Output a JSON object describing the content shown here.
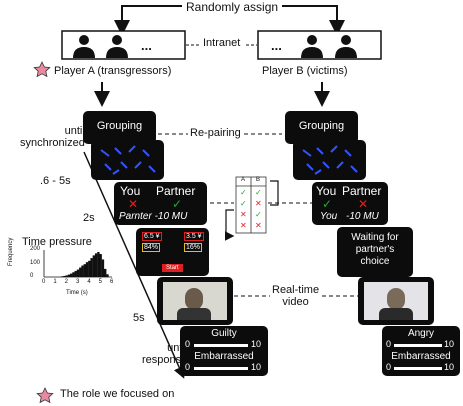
{
  "header": {
    "randomly_assign": "Randomly assign",
    "intranet": "Intranet",
    "dots_a": "...",
    "dots_b": "..."
  },
  "players": {
    "a_label": "Player A (transgressors)",
    "b_label": "Player B (victims)"
  },
  "timeline": {
    "until_synchronized": "until\nsynchronized",
    "t1": ".6 - 5s",
    "t2": "2s",
    "t3": "5s",
    "until_response": "until\nresponse"
  },
  "screens": {
    "grouping": "Grouping",
    "re_pairing": "Re-pairing",
    "you": "You",
    "partner": "Partner",
    "a_you_mark": "✕",
    "a_partner_mark": "✓",
    "a_bottom": "Parnter  -10 MU",
    "b_you_mark": "✓",
    "b_partner_mark": "✕",
    "b_bottom_you": "You",
    "b_bottom_val": "-10 MU",
    "waiting": "Waiting for\npartner's\nchoice",
    "real_time_video": "Real-time\nvideo",
    "guilty": "Guilty",
    "embarrassed": "Embarrassed",
    "angry": "Angry",
    "scale_min": "0",
    "scale_max": "10",
    "choice_left_top": "6.5 ¥",
    "choice_left_pct": "84%",
    "choice_right_top": "3.5 ¥",
    "choice_right_pct": "16%",
    "start": "Start"
  },
  "payoff_table": {
    "col_a": "A",
    "col_b": "B",
    "rows": [
      [
        "✓",
        "✓"
      ],
      [
        "✓",
        "✕"
      ],
      [
        "✕",
        "✓"
      ],
      [
        "✕",
        "✕"
      ]
    ]
  },
  "time_pressure": {
    "title": "Time pressure",
    "ylabel": "Frequency",
    "xlabel": "Time (s)",
    "y_ticks": [
      "0",
      "100",
      "200"
    ],
    "x_ticks": [
      "0",
      "1",
      "2",
      "3",
      "4",
      "5",
      "6"
    ]
  },
  "chart_data": {
    "type": "bar",
    "title": "Time pressure",
    "xlabel": "Time (s)",
    "ylabel": "Frequency",
    "xlim": [
      0,
      6
    ],
    "ylim": [
      0,
      200
    ],
    "x": [
      1.6,
      1.8,
      2.0,
      2.2,
      2.4,
      2.6,
      2.8,
      3.0,
      3.2,
      3.4,
      3.6,
      3.8,
      4.0,
      4.2,
      4.4,
      4.6,
      4.8,
      5.0,
      5.2,
      5.4,
      5.6
    ],
    "values": [
      5,
      8,
      12,
      18,
      25,
      35,
      45,
      55,
      70,
      85,
      95,
      110,
      120,
      140,
      160,
      175,
      185,
      170,
      130,
      60,
      20
    ]
  },
  "footer": {
    "star": "☆",
    "note": "The role we focused on"
  },
  "colors": {
    "card": "#0c0c0c",
    "red": "#e02020",
    "green": "#22aa33",
    "line_blue": "#3355ff"
  }
}
